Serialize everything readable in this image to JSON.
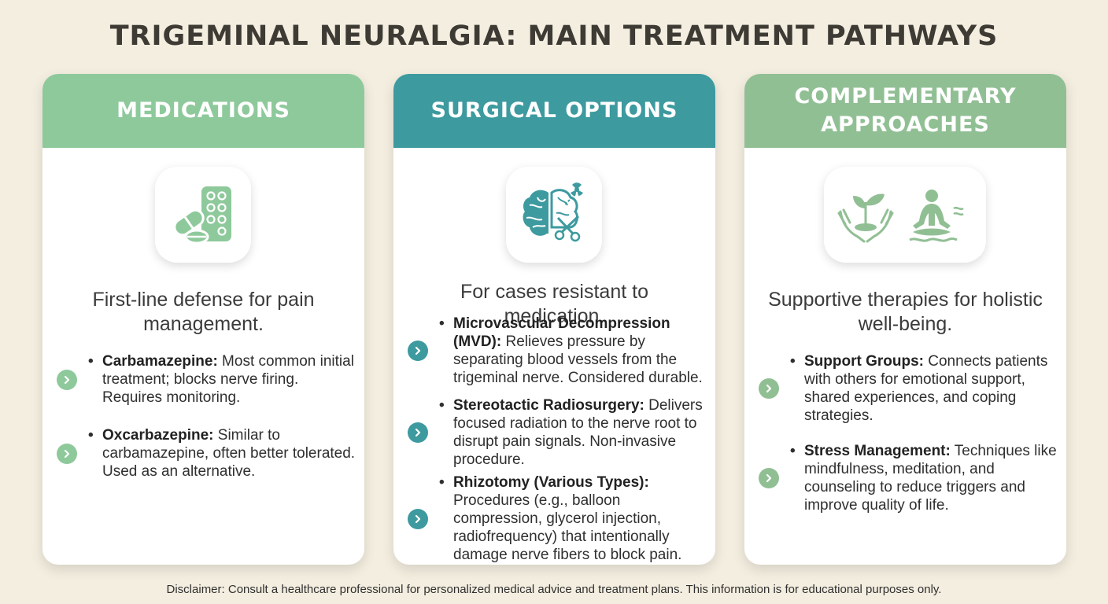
{
  "title": "TRIGEMINAL NEURALGIA: MAIN TREATMENT PATHWAYS",
  "colors": {
    "background": "#f4eee0",
    "medications": "#8ec99b",
    "surgical": "#3d9a9f",
    "complementary": "#91bf94"
  },
  "cards": [
    {
      "header": "MEDICATIONS",
      "icon": "pill-pack-icon",
      "tagline": "First-line defense for pain management.",
      "items": [
        {
          "title": "Carbamazepine:",
          "text": " Most common initial treatment; blocks nerve firing. Requires monitoring."
        },
        {
          "title": "Oxcarbazepine:",
          "text": " Similar to carbamazepine, often better tolerated. Used as an alternative."
        }
      ]
    },
    {
      "header": "SURGICAL OPTIONS",
      "icon": "brain-surgery-icon",
      "tagline": "For cases resistant to medication.",
      "items": [
        {
          "title": "Microvascular Decompression (MVD):",
          "text": " Relieves pressure by separating blood vessels from the trigeminal nerve. Considered durable."
        },
        {
          "title": "Stereotactic Radiosurgery:",
          "text": " Delivers focused radiation to the nerve root to disrupt pain signals. Non-invasive procedure."
        },
        {
          "title": "Rhizotomy (Various Types):",
          "text": " Procedures (e.g., balloon compression, glycerol injection, radiofrequency) that intentionally damage nerve fibers to block pain."
        }
      ]
    },
    {
      "header": "COMPLEMENTARY APPROACHES",
      "icon": "plant-hands-meditation-icon",
      "tagline": "Supportive therapies for holistic well-being.",
      "items": [
        {
          "title": "Support Groups:",
          "text": " Connects patients with others for emotional support, shared experiences, and coping strategies."
        },
        {
          "title": "Stress Management:",
          "text": " Techniques like mindfulness, meditation, and counseling to reduce triggers and improve quality of life."
        }
      ]
    }
  ],
  "disclaimer": "Disclaimer: Consult a healthcare professional for personalized medical advice and treatment plans. This information is for educational purposes only."
}
